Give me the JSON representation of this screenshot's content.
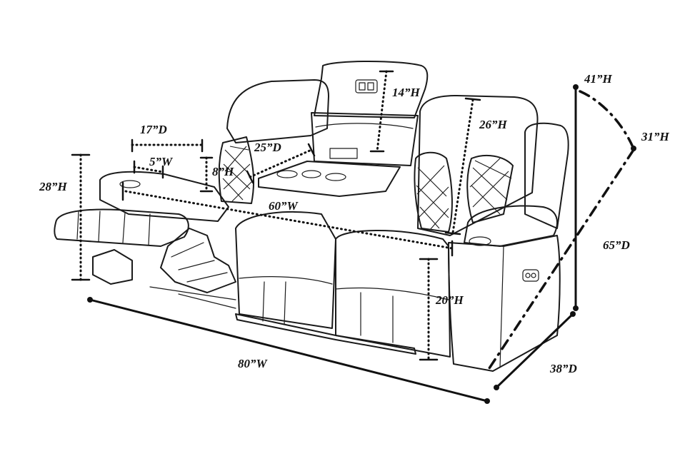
{
  "dimensions": {
    "back_height": "41”H",
    "reclined_height": "31”H",
    "reclined_depth": "65”D",
    "depth": "38”D",
    "width": "80”W",
    "seat_height": "20”H",
    "back_cushion_height": "26”H",
    "console_lid_height": "14”H",
    "console_depth": "25”D",
    "console_width": "60”W",
    "armrest_height": "28”H",
    "armrest_depth": "17”D",
    "armrest_width": "5”W",
    "cupholder_height": "8”H"
  },
  "colors": {
    "line": "#1a1a1a",
    "background": "#ffffff"
  }
}
